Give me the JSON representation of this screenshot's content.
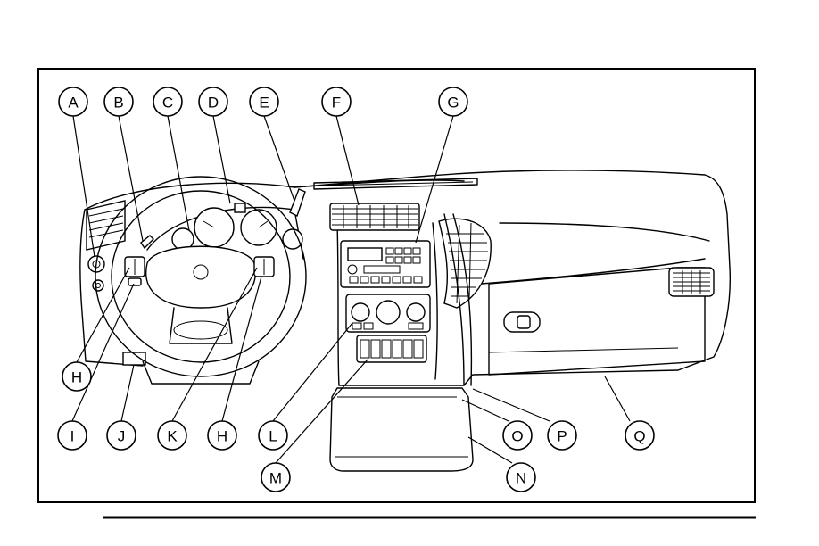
{
  "callouts": {
    "A": "A",
    "B": "B",
    "C": "C",
    "D": "D",
    "E": "E",
    "F": "F",
    "G": "G",
    "H_left": "H",
    "I": "I",
    "J": "J",
    "K": "K",
    "H_right": "H",
    "L": "L",
    "M": "M",
    "N": "N",
    "O": "O",
    "P": "P",
    "Q": "Q"
  }
}
